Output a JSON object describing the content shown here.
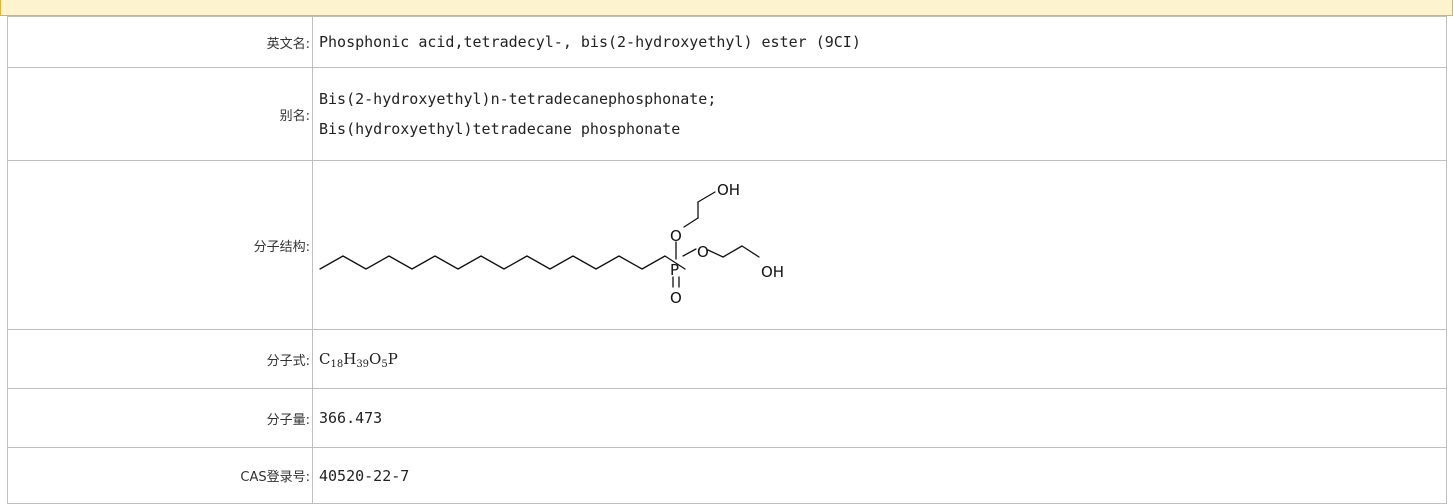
{
  "rows": {
    "english_name": {
      "label": "英文名:",
      "value": "Phosphonic acid,tetradecyl-, bis(2-hydroxyethyl) ester (9CI)"
    },
    "alias": {
      "label": "别名:",
      "values": [
        "Bis(2-hydroxyethyl)n-tetradecanephosphonate;",
        "Bis(hydroxyethyl)tetradecane phosphonate"
      ]
    },
    "structure": {
      "label": "分子结构:",
      "atoms": {
        "oh_top": "OH",
        "o_upper": "O",
        "p": "P",
        "o_right": "O",
        "oh_right": "OH",
        "o_bottom": "O"
      }
    },
    "formula": {
      "label": "分子式:",
      "parts": {
        "c": "C",
        "c_n": "18",
        "h": "H",
        "h_n": "39",
        "o": "O",
        "o_n": "5",
        "p": "P"
      }
    },
    "mol_weight": {
      "label": "分子量:",
      "value": "366.473"
    },
    "cas": {
      "label": "CAS登录号:",
      "value": "40520-22-7"
    }
  }
}
